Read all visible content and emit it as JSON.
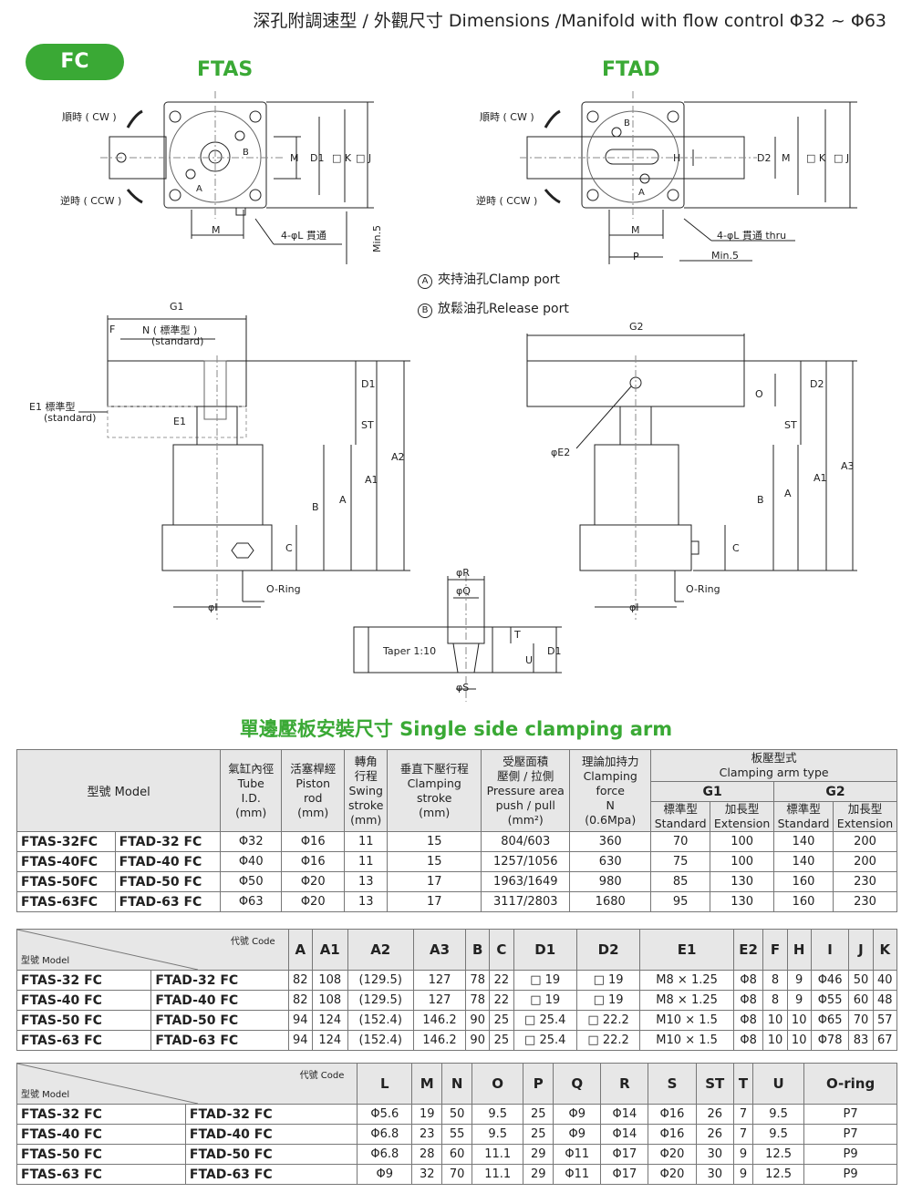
{
  "header": "深孔附調速型 / 外觀尺寸 Dimensions /Manifold with flow control Φ32 ~ Φ63",
  "badge": "FC",
  "ftas_title": "FTAS",
  "ftad_title": "FTAD",
  "drawing_labels": {
    "cw": "順時 ( CW )",
    "ccw": "逆時 ( CCW )",
    "thru_l": "4-φL 貫通",
    "thru_r": "4-φL 貫通 thru",
    "min5": "Min.5",
    "m": "M",
    "h": "H",
    "d1": "D1",
    "d2": "D2",
    "k": "□ K",
    "j": "□ J",
    "p": "P",
    "g1": "G1",
    "g2": "G2",
    "f": "F",
    "n_std": "N ( 標準型 )",
    "n_std2": "(standard)",
    "e1_std": "E1 標準型",
    "e1_std2": "(standard)",
    "e1": "E1",
    "e2": "φE2",
    "st": "ST",
    "b": "B",
    "a": "A",
    "a1": "A1",
    "a2": "A2",
    "a3": "A3",
    "c": "C",
    "o": "O",
    "i": "φI",
    "oring": "O-Ring",
    "r": "φR",
    "q": "φQ",
    "s": "φS",
    "t": "T",
    "u": "U",
    "taper": "Taper 1:10",
    "port_a": "A",
    "port_b": "B"
  },
  "legend": [
    {
      "mark": "A",
      "text": "夾持油孔Clamp port"
    },
    {
      "mark": "B",
      "text": "放鬆油孔Release port"
    }
  ],
  "section_title": "單邊壓板安裝尺寸 Single side clamping arm",
  "table1": {
    "headers": {
      "model": "型號 Model",
      "tube": [
        "氣缸內徑",
        "Tube",
        "I.D.",
        "(mm)"
      ],
      "piston": [
        "活塞桿經",
        "Piston",
        "rod",
        "(mm)"
      ],
      "swing": [
        "轉角",
        "行程",
        "Swing",
        "stroke",
        "(mm)"
      ],
      "clamping": [
        "垂直下壓行程",
        "Clamping",
        "stroke",
        "(mm)"
      ],
      "pressure": [
        "受壓面積",
        "壓側 / 拉側",
        "Pressure area",
        "push / pull",
        "(mm²)"
      ],
      "force": [
        "理論加持力",
        "Clamping",
        "force",
        "N",
        "(0.6Mpa)"
      ],
      "arm": [
        "板壓型式",
        "Clamping arm type"
      ],
      "g1": "G1",
      "g2": "G2",
      "std": [
        "標準型",
        "Standard"
      ],
      "ext": [
        "加長型",
        "Extension"
      ]
    },
    "rows": [
      [
        "FTAS-32FC",
        "FTAD-32 FC",
        "Φ32",
        "Φ16",
        "11",
        "15",
        "804/603",
        "360",
        "70",
        "100",
        "140",
        "200"
      ],
      [
        "FTAS-40FC",
        "FTAD-40 FC",
        "Φ40",
        "Φ16",
        "11",
        "15",
        "1257/1056",
        "630",
        "75",
        "100",
        "140",
        "200"
      ],
      [
        "FTAS-50FC",
        "FTAD-50 FC",
        "Φ50",
        "Φ20",
        "13",
        "17",
        "1963/1649",
        "980",
        "85",
        "130",
        "160",
        "230"
      ],
      [
        "FTAS-63FC",
        "FTAD-63 FC",
        "Φ63",
        "Φ20",
        "13",
        "17",
        "3117/2803",
        "1680",
        "95",
        "130",
        "160",
        "230"
      ]
    ]
  },
  "table2": {
    "code": "代號 Code",
    "model": "型號 Model",
    "cols": [
      "A",
      "A1",
      "A2",
      "A3",
      "B",
      "C",
      "D1",
      "D2",
      "E1",
      "E2",
      "F",
      "H",
      "I",
      "J",
      "K"
    ],
    "rows": [
      [
        "FTAS-32 FC",
        "FTAD-32 FC",
        "82",
        "108",
        "(129.5)",
        "127",
        "78",
        "22",
        "□ 19",
        "□ 19",
        "M8 × 1.25",
        "Φ8",
        "8",
        "9",
        "Φ46",
        "50",
        "40"
      ],
      [
        "FTAS-40 FC",
        "FTAD-40 FC",
        "82",
        "108",
        "(129.5)",
        "127",
        "78",
        "22",
        "□ 19",
        "□ 19",
        "M8 × 1.25",
        "Φ8",
        "8",
        "9",
        "Φ55",
        "60",
        "48"
      ],
      [
        "FTAS-50 FC",
        "FTAD-50 FC",
        "94",
        "124",
        "(152.4)",
        "146.2",
        "90",
        "25",
        "□ 25.4",
        "□ 22.2",
        "M10 × 1.5",
        "Φ8",
        "10",
        "10",
        "Φ65",
        "70",
        "57"
      ],
      [
        "FTAS-63 FC",
        "FTAD-63 FC",
        "94",
        "124",
        "(152.4)",
        "146.2",
        "90",
        "25",
        "□ 25.4",
        "□ 22.2",
        "M10 × 1.5",
        "Φ8",
        "10",
        "10",
        "Φ78",
        "83",
        "67"
      ]
    ]
  },
  "table3": {
    "code": "代號 Code",
    "model": "型號 Model",
    "cols": [
      "L",
      "M",
      "N",
      "O",
      "P",
      "Q",
      "R",
      "S",
      "ST",
      "T",
      "U",
      "O-ring"
    ],
    "rows": [
      [
        "FTAS-32 FC",
        "FTAD-32 FC",
        "Φ5.6",
        "19",
        "50",
        "9.5",
        "25",
        "Φ9",
        "Φ14",
        "Φ16",
        "26",
        "7",
        "9.5",
        "P7"
      ],
      [
        "FTAS-40 FC",
        "FTAD-40 FC",
        "Φ6.8",
        "23",
        "55",
        "9.5",
        "25",
        "Φ9",
        "Φ14",
        "Φ16",
        "26",
        "7",
        "9.5",
        "P7"
      ],
      [
        "FTAS-50 FC",
        "FTAD-50 FC",
        "Φ6.8",
        "28",
        "60",
        "11.1",
        "29",
        "Φ11",
        "Φ17",
        "Φ20",
        "30",
        "9",
        "12.5",
        "P9"
      ],
      [
        "FTAS-63 FC",
        "FTAD-63 FC",
        "Φ9",
        "32",
        "70",
        "11.1",
        "29",
        "Φ11",
        "Φ17",
        "Φ20",
        "30",
        "9",
        "12.5",
        "P9"
      ]
    ]
  }
}
